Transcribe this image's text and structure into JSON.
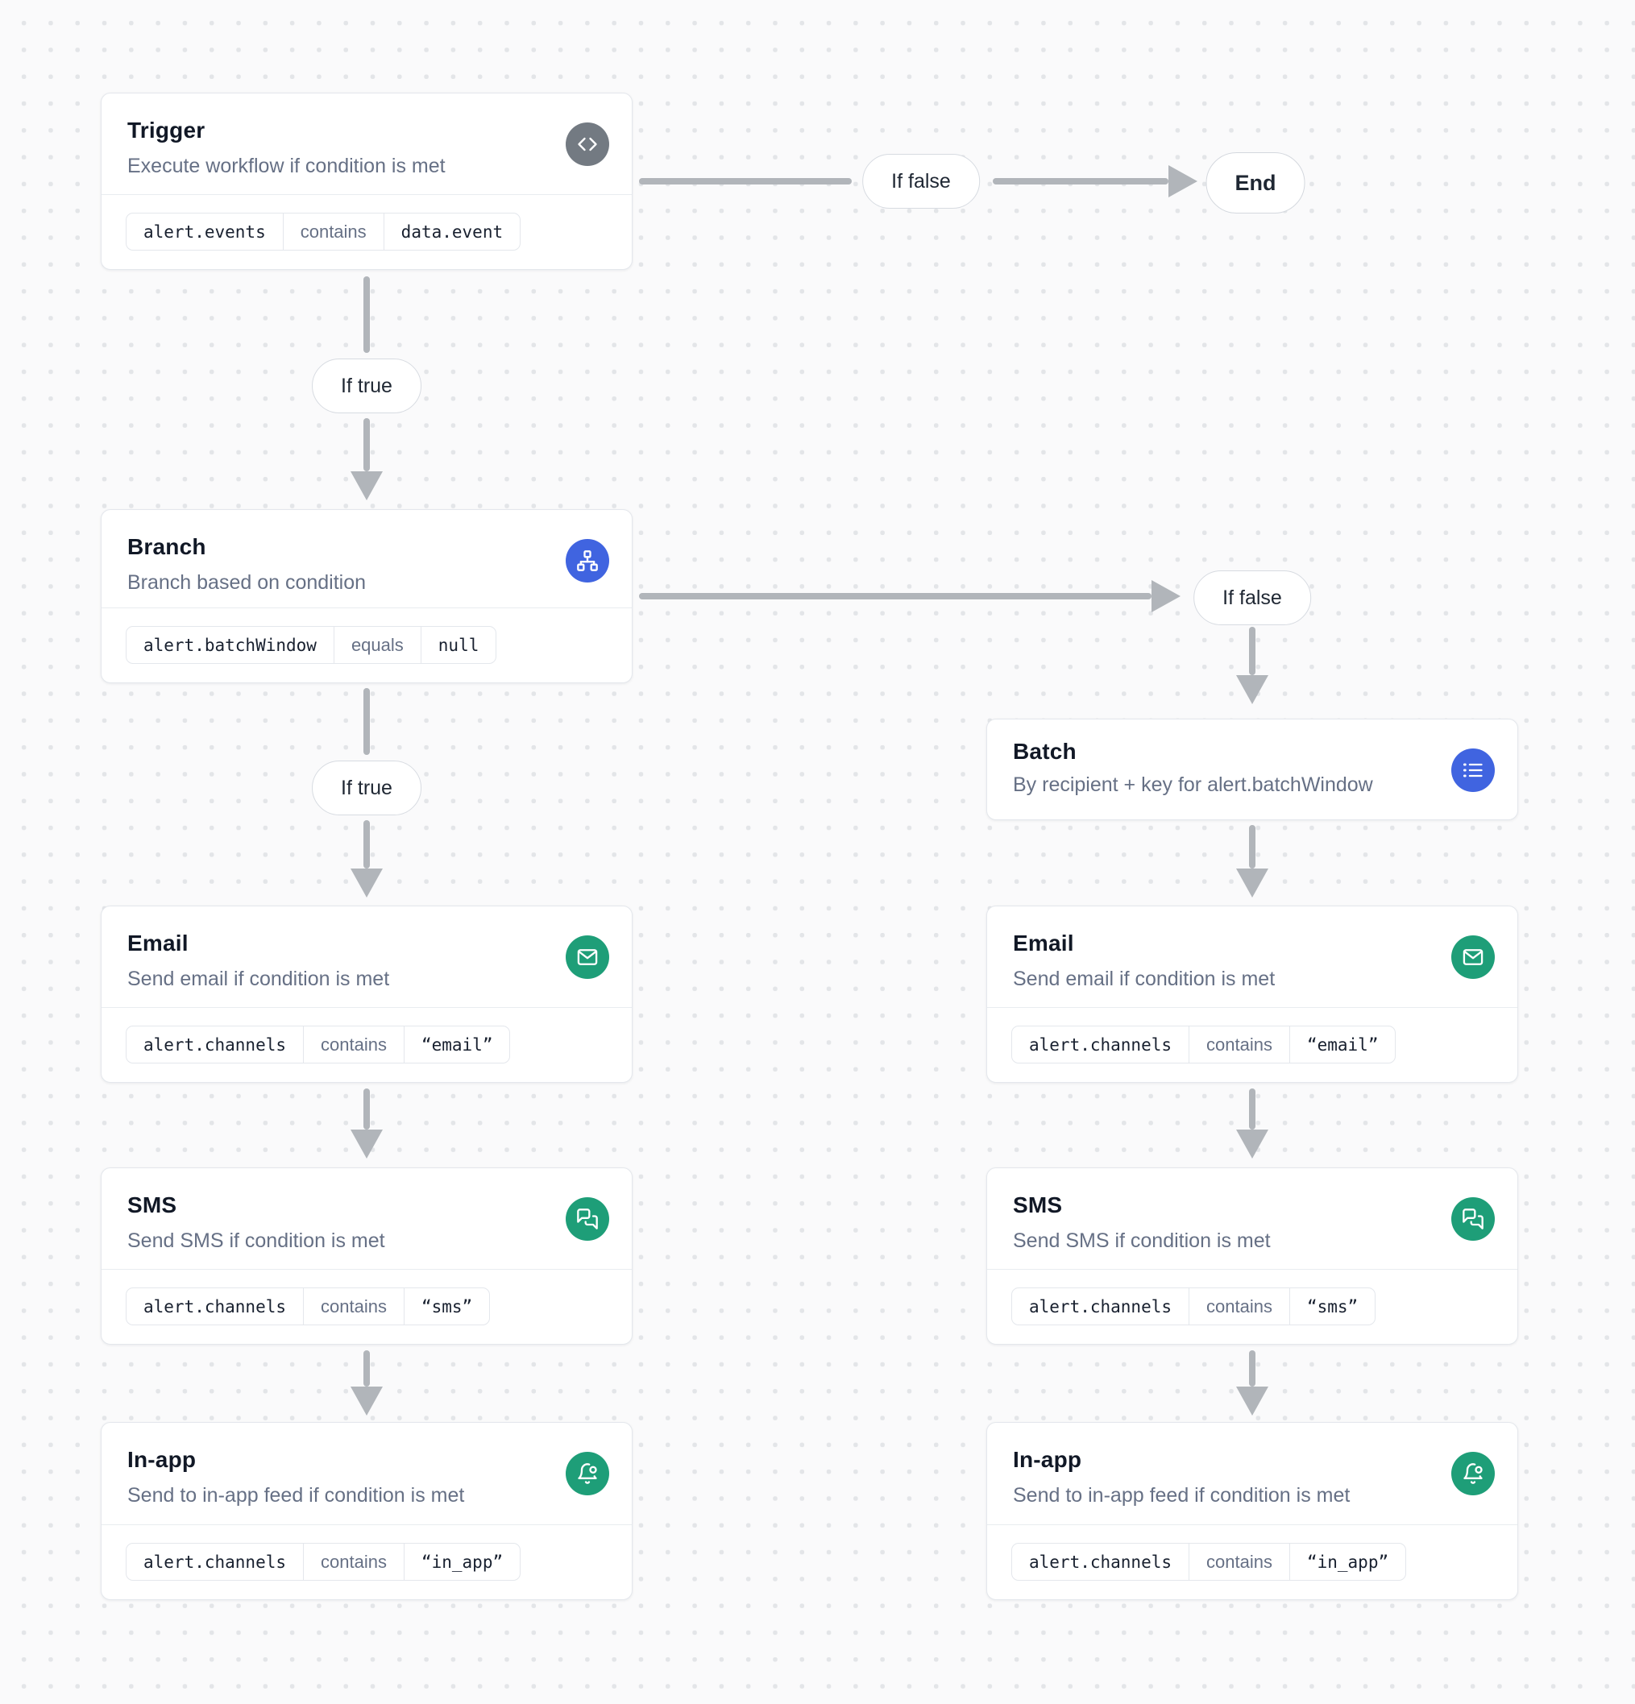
{
  "labels": {
    "if_true": "If true",
    "if_false": "If false",
    "end": "End"
  },
  "nodes": {
    "trigger": {
      "title": "Trigger",
      "subtitle": "Execute workflow if condition is met",
      "icon": "code-icon",
      "icon_color": "#737A82",
      "condition": {
        "field": "alert.events",
        "operator": "contains",
        "value": "data.event"
      }
    },
    "branch": {
      "title": "Branch",
      "subtitle": "Branch based on condition",
      "icon": "branch-icon",
      "icon_color": "#4064E0",
      "condition": {
        "field": "alert.batchWindow",
        "operator": "equals",
        "value": "null"
      }
    },
    "batch": {
      "title": "Batch",
      "subtitle": "By recipient + key for alert.batchWindow",
      "icon": "list-icon",
      "icon_color": "#4064E0"
    },
    "email": {
      "title": "Email",
      "subtitle": "Send email if condition is met",
      "icon": "mail-icon",
      "icon_color": "#1E9E78",
      "condition": {
        "field": "alert.channels",
        "operator": "contains",
        "value": "“email”"
      }
    },
    "sms": {
      "title": "SMS",
      "subtitle": "Send SMS if condition is met",
      "icon": "chat-icon",
      "icon_color": "#1E9E78",
      "condition": {
        "field": "alert.channels",
        "operator": "contains",
        "value": "“sms”"
      }
    },
    "in_app": {
      "title": "In-app",
      "subtitle": "Send to in-app feed if condition is met",
      "icon": "bell-icon",
      "icon_color": "#1E9E78",
      "condition": {
        "field": "alert.channels",
        "operator": "contains",
        "value": "“in_app”"
      }
    }
  },
  "colors": {
    "canvas_background": "#FAFAFB",
    "dot_grid": "#E3E5E8",
    "accent_blue": "#4064E0",
    "accent_green": "#1E9E78",
    "neutral_gray": "#737A82",
    "connector": "#B1B5BA"
  }
}
